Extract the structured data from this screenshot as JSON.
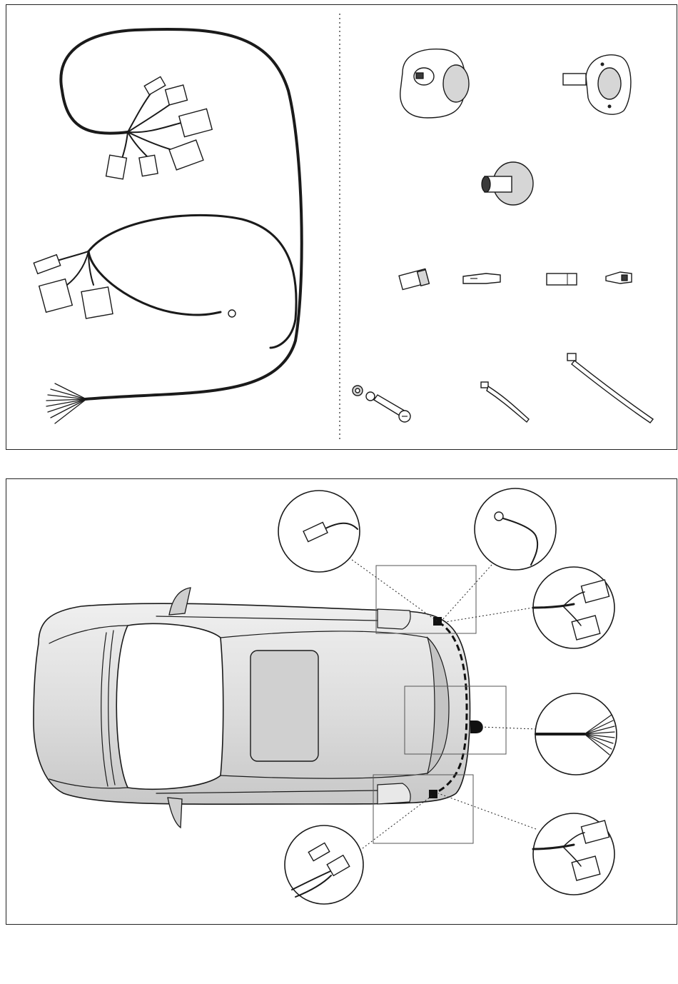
{
  "diagram": {
    "kind": "towbar-wiring-kit-installation",
    "top_panel": {
      "kit_parts": [
        "wiring-harness",
        "13-pin-socket",
        "socket-mounting-plate",
        "rubber-grommet",
        "spade-connector-housing",
        "spade-terminal",
        "fuse-housing",
        "flat-terminal",
        "bolt-nut-washer",
        "small-cable-tie",
        "large-cable-tie"
      ]
    },
    "bottom_panel": {
      "view": "car-top-view-with-harness-route",
      "detail_callouts": [
        "left-single-connector",
        "earth-ring-terminal",
        "left-light-plug-connector",
        "socket-wire-ends",
        "right-light-plug-connector",
        "right-single-connector"
      ]
    },
    "colors": {
      "line": "#1a1a1a",
      "car_body": "#d9d9d9",
      "background": "#ffffff"
    }
  }
}
